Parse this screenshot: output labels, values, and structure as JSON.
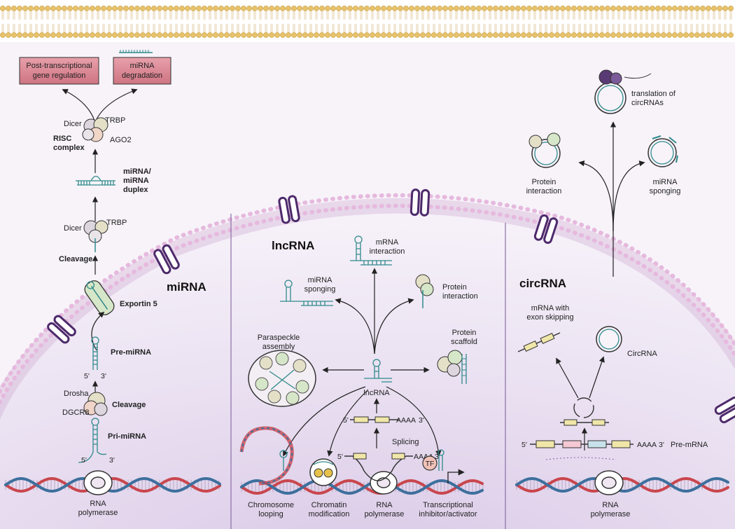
{
  "titles": {
    "mirna": "miRNA",
    "lncrna": "lncRNA",
    "circrna": "circRNA"
  },
  "mirna": {
    "box_regulation": [
      "Post-transcriptional",
      "gene regulation"
    ],
    "box_degradation": [
      "miRNA",
      "degradation"
    ],
    "dicer_top": "Dicer",
    "trbp_top": "TRBP",
    "ago2": "AGO2",
    "risc": [
      "RISC",
      "complex"
    ],
    "duplex": [
      "miRNA/",
      "miRNA",
      "duplex"
    ],
    "dicer_mid": "Dicer",
    "trbp_mid": "TRBP",
    "cleavage_top": "Cleavage",
    "exportin": "Exportin 5",
    "pre_mirna": "Pre-miRNA",
    "drosha": "Drosha",
    "dgcr8": "DGCR8",
    "cleavage_bottom": "Cleavage",
    "pri_mirna": "Pri-miRNA",
    "five_prime_a": "5'",
    "three_prime_a": "3'",
    "five_prime_b": "5'",
    "three_prime_b": "3'",
    "rna_polymerase": [
      "RNA",
      "polymerase"
    ]
  },
  "lncrna": {
    "mrna_interaction": [
      "mRNA",
      "interaction"
    ],
    "mirna_sponging": [
      "miRNA",
      "sponging"
    ],
    "protein_interaction": [
      "Protein",
      "interaction"
    ],
    "paraspeckle": [
      "Paraspeckle",
      "assembly"
    ],
    "protein_scaffold": [
      "Protein",
      "scaffold"
    ],
    "lncrna_label": "lncRNA",
    "five_prime": "5'",
    "aaaa": "AAAA",
    "three_prime": "3'",
    "splicing": "Splicing",
    "five_prime_b": "5'",
    "aaaa_b": "AAAA",
    "three_prime_b": "3'",
    "tf": "TF",
    "chromosome_looping": [
      "Chromosome",
      "looping"
    ],
    "chromatin_modification": [
      "Chromatin",
      "modification"
    ],
    "rna_polymerase": [
      "RNA",
      "polymerase"
    ],
    "transcriptional": [
      "Transcriptional",
      "inhibitor/activator"
    ]
  },
  "circrna": {
    "translation": [
      "translation of",
      "circRNAs"
    ],
    "protein_interaction": [
      "Protein",
      "interaction"
    ],
    "mirna_sponging": [
      "miRNA",
      "sponging"
    ],
    "exon_skipping": [
      "mRNA with",
      "exon skipping"
    ],
    "circrna_label": "CircRNA",
    "five_prime": "5'",
    "aaaa": "AAAA",
    "three_prime": "3'",
    "pre_mrna": "Pre-mRNA",
    "rna_polymerase": [
      "RNA",
      "polymerase"
    ]
  },
  "colors": {
    "cytoplasm": "#f5f1f7",
    "nucleus": "#e9dff0",
    "membrane_head": "#e7c26a",
    "nuclear_head": "#e6b9de",
    "pore": "#4d2a6b",
    "box_fill": "#d8838f",
    "rna_teal": "#2f8a8c",
    "dna_red": "#c9464d",
    "dna_blue": "#3d6f9d"
  }
}
